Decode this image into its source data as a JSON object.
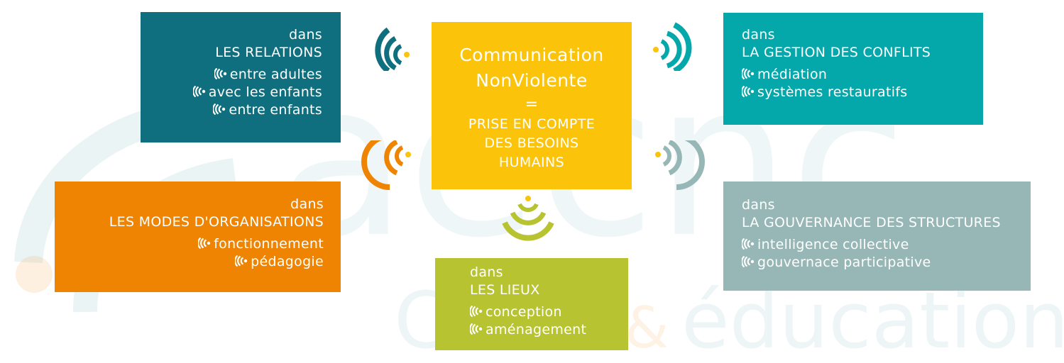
{
  "watermark": {
    "word": "aecnc",
    "subtitle_left": "C",
    "subtitle_right": "éducation",
    "ampersand": "&"
  },
  "center": {
    "title_line1": "Communication",
    "title_line2": "NonViolente",
    "equals": "=",
    "sub_line1": "PRISE EN COMPTE",
    "sub_line2": "DES BESOINS",
    "sub_line3": "HUMAINS"
  },
  "relations": {
    "dans": "dans",
    "heading": "LES RELATIONS",
    "items": [
      "entre adultes",
      "avec les enfants",
      "entre enfants"
    ]
  },
  "conflits": {
    "dans": "dans",
    "heading": "LA GESTION DES CONFLITS",
    "items": [
      "médiation",
      "systèmes restauratifs"
    ]
  },
  "organisations": {
    "dans": "dans",
    "heading": "LES MODES D'ORGANISATIONS",
    "items": [
      "fonctionnement",
      "pédagogie"
    ]
  },
  "gouvernance": {
    "dans": "dans",
    "heading": "LA GOUVERNANCE DES STRUCTURES",
    "items": [
      "intelligence collective",
      "gouvernace participative"
    ]
  },
  "lieux": {
    "dans": "dans",
    "heading": "LES LIEUX",
    "items": [
      "conception",
      "aménagement"
    ]
  },
  "colors": {
    "teal_dark": "#106f7e",
    "teal_light": "#04a8ab",
    "orange": "#ef8402",
    "grey": "#96b7b6",
    "green": "#b8c331",
    "yellow": "#fbc30a"
  },
  "icons": [
    "wave-bullet-icon",
    "sound-wave-icon"
  ]
}
